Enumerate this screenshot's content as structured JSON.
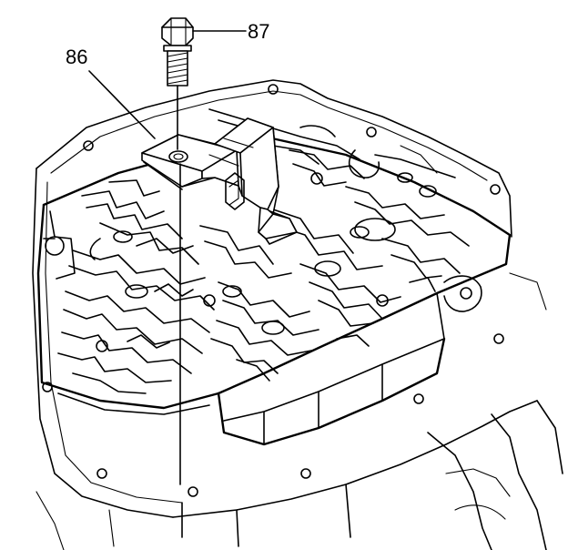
{
  "diagram": {
    "callouts": [
      {
        "id": "callout-86",
        "label": "86",
        "part": "bracket"
      },
      {
        "id": "callout-87",
        "label": "87",
        "part": "bolt"
      }
    ]
  }
}
